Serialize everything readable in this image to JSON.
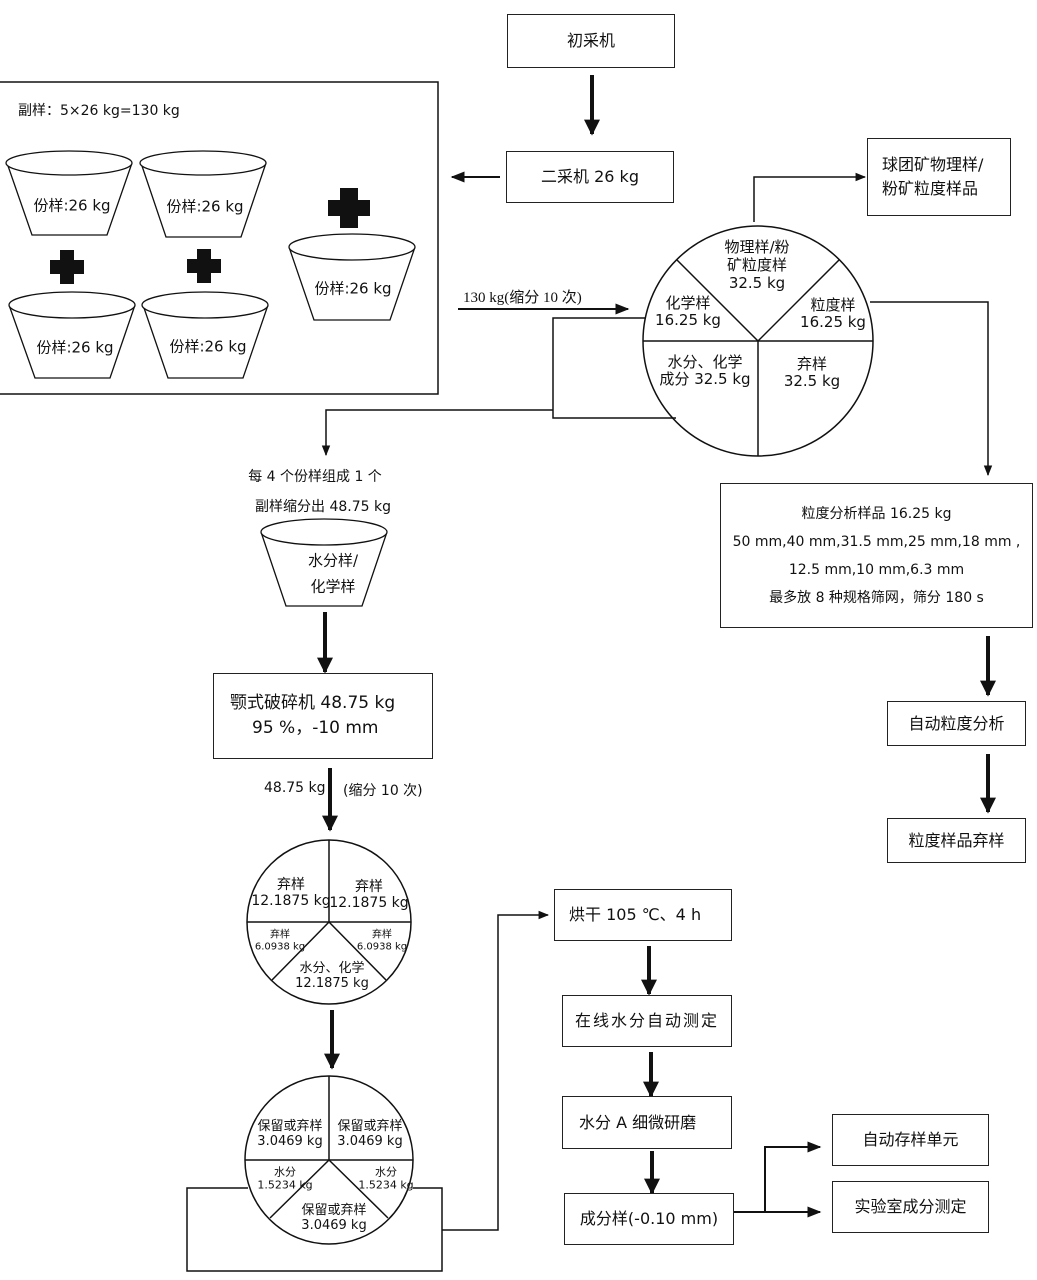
{
  "top": {
    "primary_sampler": "初采机",
    "secondary_sampler": "二采机 26 kg",
    "pellet_physical": [
      "球团矿物理样/",
      "粉矿粒度样品"
    ]
  },
  "sub_sample_group": {
    "title": "副样：5×26 kg=130 kg",
    "increments": [
      "份样:26 kg",
      "份样:26 kg",
      "份样:26 kg",
      "份样:26 kg",
      "份样:26 kg"
    ]
  },
  "division_1": {
    "arrow_label": "130 kg(缩分 10 次)",
    "segments": [
      {
        "name": "physical",
        "lines": [
          "物理样/粉",
          "矿粒度样",
          "32.5 kg"
        ]
      },
      {
        "name": "chemical",
        "lines": [
          "化学样",
          "16.25 kg"
        ]
      },
      {
        "name": "size",
        "lines": [
          "粒度样",
          "16.25 kg"
        ]
      },
      {
        "name": "moisture-chem",
        "lines": [
          "水分、化学",
          "成分 32.5 kg"
        ]
      },
      {
        "name": "reject",
        "lines": [
          "弃样",
          "32.5 kg"
        ]
      }
    ]
  },
  "moisture_branch": {
    "combine_label": [
      "每 4 个份样组成 1 个",
      "副样缩分出 48.75 kg"
    ],
    "bucket_label": [
      "水分样/",
      "化学样"
    ],
    "crusher": [
      "颚式破碎机 48.75 kg",
      "95 %，-10 mm"
    ],
    "arrow_label_left": "48.75 kg",
    "arrow_label_right": "(缩分 10 次)"
  },
  "division_2": {
    "segments": [
      {
        "lines": [
          "弃样",
          "12.1875 kg"
        ]
      },
      {
        "lines": [
          "弃样",
          "12.1875 kg"
        ]
      },
      {
        "lines": [
          "弃样",
          "6.0938 kg"
        ]
      },
      {
        "lines": [
          "弃样",
          "6.0938 kg"
        ]
      },
      {
        "lines": [
          "水分、化学",
          "12.1875 kg"
        ]
      }
    ]
  },
  "division_3": {
    "segments": [
      {
        "lines": [
          "保留或弃样",
          "3.0469 kg"
        ]
      },
      {
        "lines": [
          "保留或弃样",
          "3.0469 kg"
        ]
      },
      {
        "lines": [
          "水分",
          "1.5234 kg"
        ]
      },
      {
        "lines": [
          "水分",
          "1.5234 kg"
        ]
      },
      {
        "lines": [
          "保留或弃样",
          "3.0469 kg"
        ]
      }
    ]
  },
  "lab_chain": {
    "drying": "烘干 105 ℃、4 h",
    "online_moisture": "在线水分自动测定",
    "grinding": "水分 A 细微研磨",
    "composition_sample": "成分样(-0.10 mm)",
    "auto_storage": "自动存样单元",
    "lab_analysis": "实验室成分测定"
  },
  "size_chain": {
    "analysis_box": [
      "粒度分析样品 16.25 kg",
      "50 mm,40 mm,31.5 mm,25 mm,18 mm ,",
      "12.5 mm,10 mm,6.3 mm",
      "最多放 8 种规格筛网，筛分 180 s"
    ],
    "auto_analysis": "自动粒度分析",
    "discard": "粒度样品弃样"
  }
}
